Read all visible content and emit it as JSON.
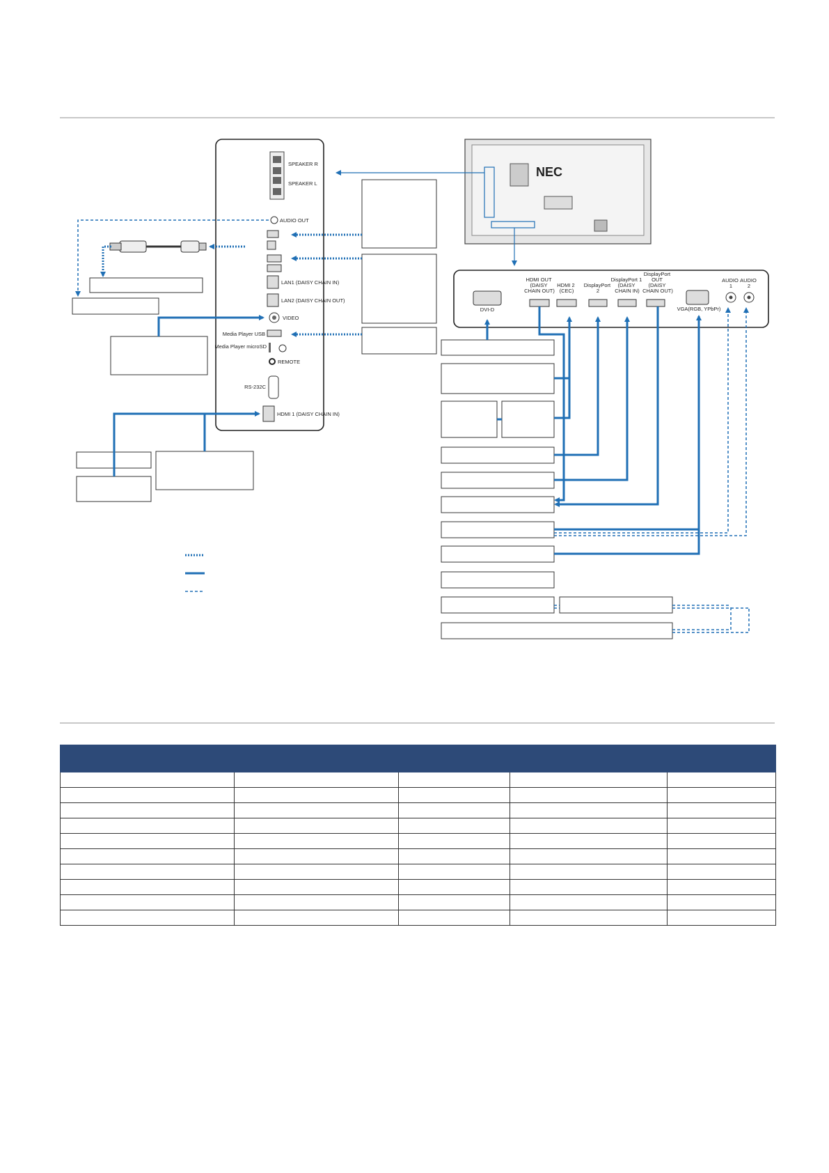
{
  "speaker_ports": {
    "speaker_r": "SPEAKER R",
    "speaker_l": "SPEAKER L"
  },
  "left_panel_ports": {
    "audio_out": "AUDIO OUT",
    "lan1": "LAN1 (DAISY CHAIN IN)",
    "lan2": "LAN2 (DAISY CHAIN OUT)",
    "video": "VIDEO",
    "media_player_usb": "Media Player USB",
    "media_player_microsd": "Media Player microSD",
    "remote": "REMOTE",
    "rs232c": "RS-232C",
    "hdmi1": "HDMI 1 (DAISY CHAIN IN)"
  },
  "bottom_panel_ports": {
    "dvi_d": "DVI-D",
    "hdmi_out": [
      "HDMI OUT",
      "(DAISY",
      "CHAIN OUT)"
    ],
    "hdmi2": [
      "HDMI 2",
      "(CEC)"
    ],
    "displayport2": [
      "DisplayPort",
      "2"
    ],
    "displayport1": [
      "DisplayPort 1",
      "(DAISY",
      "CHAIN IN)"
    ],
    "displayport_out": [
      "DisplayPort",
      "OUT",
      "(DAISY",
      "CHAIN OUT)"
    ],
    "vga": "VGA(RGB, YPbPr)",
    "audio1": [
      "AUDIO",
      "1"
    ],
    "audio2": [
      "AUDIO",
      "2"
    ]
  },
  "brand_logo": "NEC",
  "colors": {
    "cable_blue": "#1f6fb5",
    "table_header": "#2d4a78",
    "panel_gray": "#e6e6e6"
  },
  "table": {
    "columns": 5,
    "rows": 10
  }
}
